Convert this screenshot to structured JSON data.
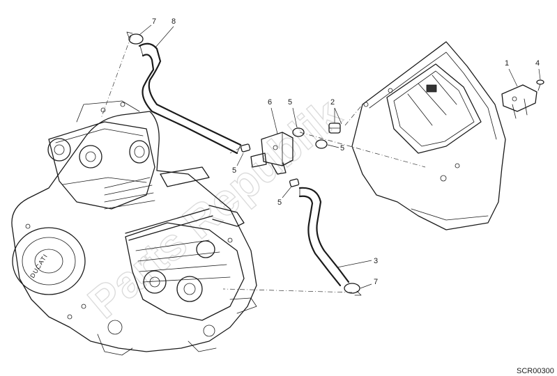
{
  "diagram": {
    "callouts": [
      {
        "id": "c1",
        "text": "1"
      },
      {
        "id": "c2",
        "text": "2"
      },
      {
        "id": "c3",
        "text": "3"
      },
      {
        "id": "c4",
        "text": "4"
      },
      {
        "id": "c5a",
        "text": "5"
      },
      {
        "id": "c5b",
        "text": "5"
      },
      {
        "id": "c5c",
        "text": "5"
      },
      {
        "id": "c5d",
        "text": "5"
      },
      {
        "id": "c6",
        "text": "6"
      },
      {
        "id": "c7a",
        "text": "7"
      },
      {
        "id": "c7b",
        "text": "7"
      },
      {
        "id": "c8",
        "text": "8"
      }
    ],
    "drawing_code": "SCR00300",
    "watermark": "Parts Republik",
    "engine_label": "DUCATI"
  }
}
